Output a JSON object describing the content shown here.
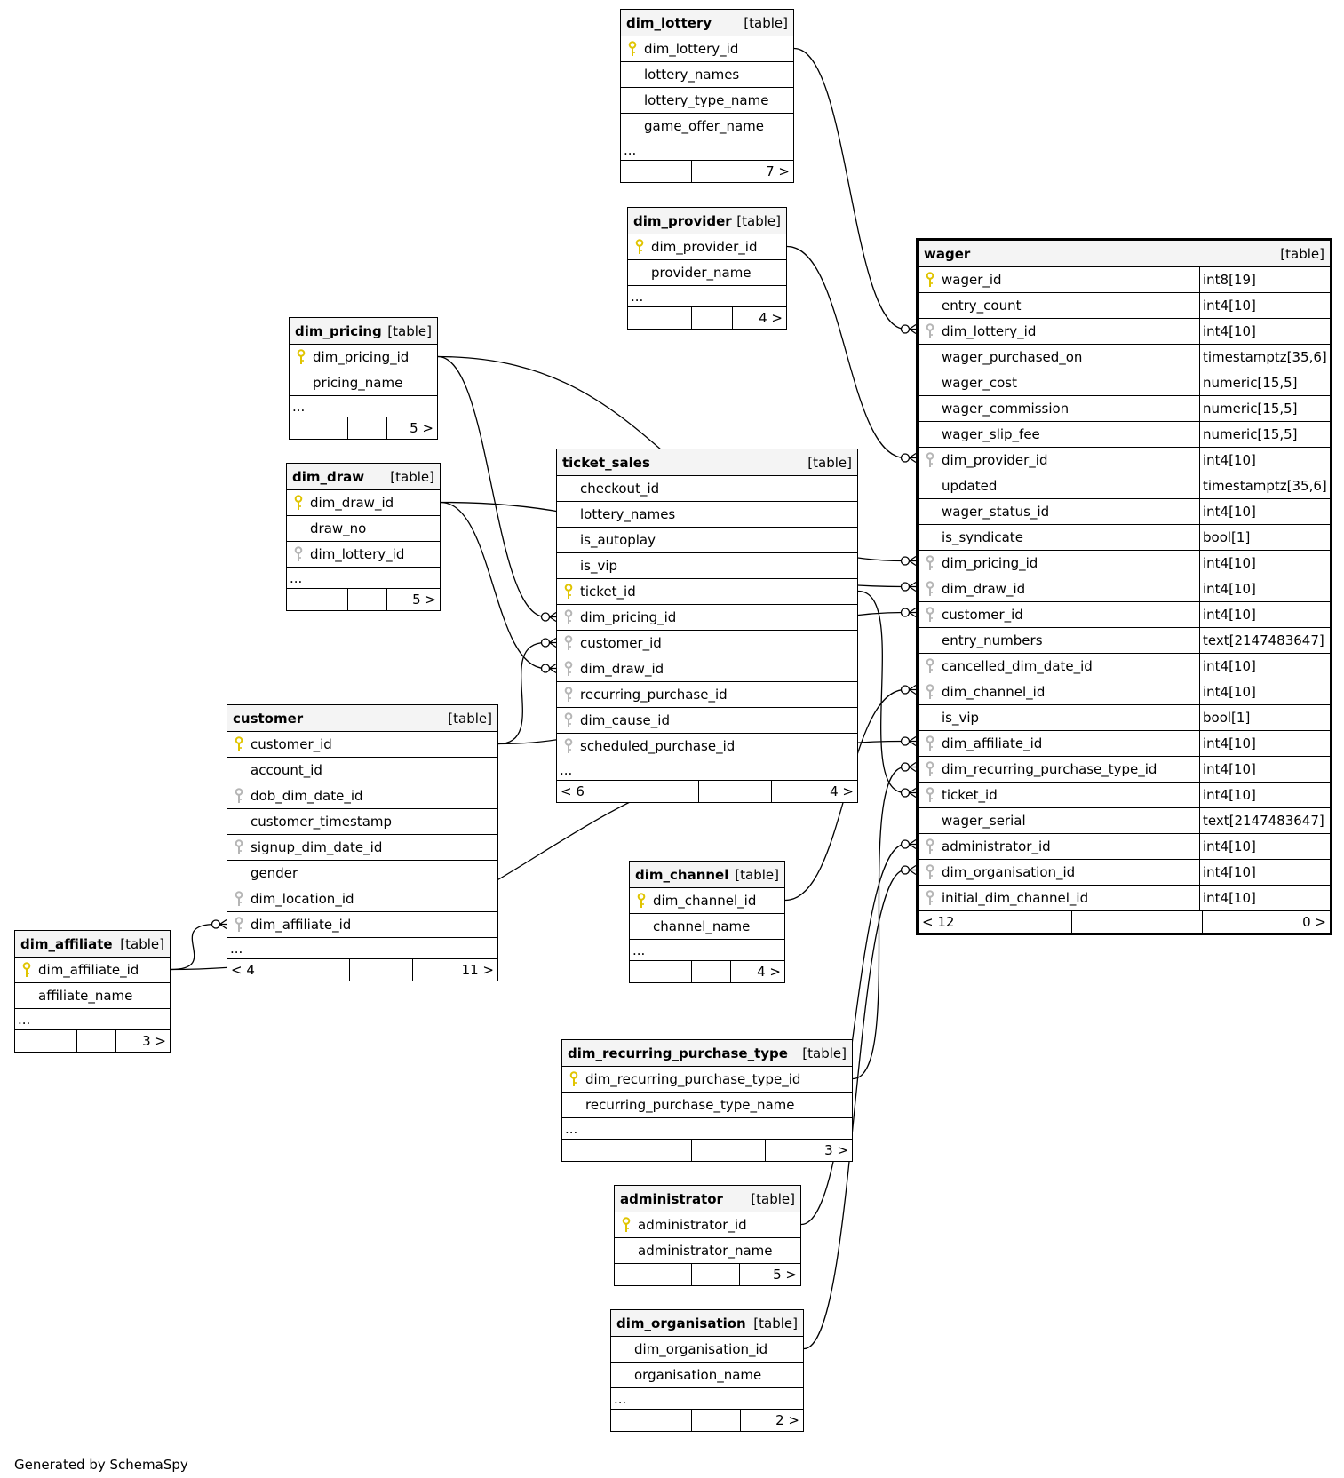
{
  "table_tag": "[table]",
  "credit": "Generated by SchemaSpy",
  "tables": {
    "dim_lottery": {
      "name": "dim_lottery",
      "footer": [
        "",
        "",
        "7 >"
      ],
      "columns": [
        {
          "name": "dim_lottery_id",
          "key": "pk"
        },
        {
          "name": "lottery_names",
          "key": ""
        },
        {
          "name": "lottery_type_name",
          "key": ""
        },
        {
          "name": "game_offer_name",
          "key": ""
        }
      ]
    },
    "dim_provider": {
      "name": "dim_provider",
      "footer": [
        "",
        "",
        "4 >"
      ],
      "columns": [
        {
          "name": "dim_provider_id",
          "key": "pk"
        },
        {
          "name": "provider_name",
          "key": ""
        }
      ]
    },
    "dim_pricing": {
      "name": "dim_pricing",
      "footer": [
        "",
        "",
        "5 >"
      ],
      "columns": [
        {
          "name": "dim_pricing_id",
          "key": "pk"
        },
        {
          "name": "pricing_name",
          "key": ""
        }
      ]
    },
    "dim_draw": {
      "name": "dim_draw",
      "footer": [
        "",
        "",
        "5 >"
      ],
      "columns": [
        {
          "name": "dim_draw_id",
          "key": "pk"
        },
        {
          "name": "draw_no",
          "key": ""
        },
        {
          "name": "dim_lottery_id",
          "key": "fk"
        }
      ]
    },
    "ticket_sales": {
      "name": "ticket_sales",
      "footer": [
        "< 6",
        "",
        "4 >"
      ],
      "columns": [
        {
          "name": "checkout_id",
          "key": ""
        },
        {
          "name": "lottery_names",
          "key": ""
        },
        {
          "name": "is_autoplay",
          "key": ""
        },
        {
          "name": "is_vip",
          "key": ""
        },
        {
          "name": "ticket_id",
          "key": "pk"
        },
        {
          "name": "dim_pricing_id",
          "key": "fk"
        },
        {
          "name": "customer_id",
          "key": "fk"
        },
        {
          "name": "dim_draw_id",
          "key": "fk"
        },
        {
          "name": "recurring_purchase_id",
          "key": "fk"
        },
        {
          "name": "dim_cause_id",
          "key": "fk"
        },
        {
          "name": "scheduled_purchase_id",
          "key": "fk"
        }
      ]
    },
    "customer": {
      "name": "customer",
      "footer": [
        "< 4",
        "",
        "11 >"
      ],
      "columns": [
        {
          "name": "customer_id",
          "key": "pk"
        },
        {
          "name": "account_id",
          "key": ""
        },
        {
          "name": "dob_dim_date_id",
          "key": "fk"
        },
        {
          "name": "customer_timestamp",
          "key": ""
        },
        {
          "name": "signup_dim_date_id",
          "key": "fk"
        },
        {
          "name": "gender",
          "key": ""
        },
        {
          "name": "dim_location_id",
          "key": "fk"
        },
        {
          "name": "dim_affiliate_id",
          "key": "fk"
        }
      ]
    },
    "dim_affiliate": {
      "name": "dim_affiliate",
      "footer": [
        "",
        "",
        "3 >"
      ],
      "columns": [
        {
          "name": "dim_affiliate_id",
          "key": "pk"
        },
        {
          "name": "affiliate_name",
          "key": ""
        }
      ]
    },
    "dim_channel": {
      "name": "dim_channel",
      "footer": [
        "",
        "",
        "4 >"
      ],
      "columns": [
        {
          "name": "dim_channel_id",
          "key": "pk"
        },
        {
          "name": "channel_name",
          "key": ""
        }
      ]
    },
    "dim_recurring_purchase_type": {
      "name": "dim_recurring_purchase_type",
      "footer": [
        "",
        "",
        "3 >"
      ],
      "columns": [
        {
          "name": "dim_recurring_purchase_type_id",
          "key": "pk"
        },
        {
          "name": "recurring_purchase_type_name",
          "key": ""
        }
      ]
    },
    "administrator": {
      "name": "administrator",
      "footer": [
        "",
        "",
        "5 >"
      ],
      "columns": [
        {
          "name": "administrator_id",
          "key": "pk"
        },
        {
          "name": "administrator_name",
          "key": ""
        }
      ]
    },
    "dim_organisation": {
      "name": "dim_organisation",
      "footer": [
        "",
        "",
        "2 >"
      ],
      "columns": [
        {
          "name": "dim_organisation_id",
          "key": ""
        },
        {
          "name": "organisation_name",
          "key": ""
        }
      ]
    },
    "wager": {
      "name": "wager",
      "footer": [
        "< 12",
        "",
        "0 >"
      ],
      "columns": [
        {
          "name": "wager_id",
          "key": "pk",
          "type": "int8[19]"
        },
        {
          "name": "entry_count",
          "key": "",
          "type": "int4[10]"
        },
        {
          "name": "dim_lottery_id",
          "key": "fk",
          "type": "int4[10]"
        },
        {
          "name": "wager_purchased_on",
          "key": "",
          "type": "timestamptz[35,6]"
        },
        {
          "name": "wager_cost",
          "key": "",
          "type": "numeric[15,5]"
        },
        {
          "name": "wager_commission",
          "key": "",
          "type": "numeric[15,5]"
        },
        {
          "name": "wager_slip_fee",
          "key": "",
          "type": "numeric[15,5]"
        },
        {
          "name": "dim_provider_id",
          "key": "fk",
          "type": "int4[10]"
        },
        {
          "name": "updated",
          "key": "",
          "type": "timestamptz[35,6]"
        },
        {
          "name": "wager_status_id",
          "key": "",
          "type": "int4[10]"
        },
        {
          "name": "is_syndicate",
          "key": "",
          "type": "bool[1]"
        },
        {
          "name": "dim_pricing_id",
          "key": "fk",
          "type": "int4[10]"
        },
        {
          "name": "dim_draw_id",
          "key": "fk",
          "type": "int4[10]"
        },
        {
          "name": "customer_id",
          "key": "fk",
          "type": "int4[10]"
        },
        {
          "name": "entry_numbers",
          "key": "",
          "type": "text[2147483647]"
        },
        {
          "name": "cancelled_dim_date_id",
          "key": "fk",
          "type": "int4[10]"
        },
        {
          "name": "dim_channel_id",
          "key": "fk",
          "type": "int4[10]"
        },
        {
          "name": "is_vip",
          "key": "",
          "type": "bool[1]"
        },
        {
          "name": "dim_affiliate_id",
          "key": "fk",
          "type": "int4[10]"
        },
        {
          "name": "dim_recurring_purchase_type_id",
          "key": "fk",
          "type": "int4[10]"
        },
        {
          "name": "ticket_id",
          "key": "fk",
          "type": "int4[10]"
        },
        {
          "name": "wager_serial",
          "key": "",
          "type": "text[2147483647]"
        },
        {
          "name": "administrator_id",
          "key": "fk",
          "type": "int4[10]"
        },
        {
          "name": "dim_organisation_id",
          "key": "fk",
          "type": "int4[10]"
        },
        {
          "name": "initial_dim_channel_id",
          "key": "fk",
          "type": "int4[10]"
        }
      ]
    }
  },
  "relationships": [
    {
      "from": "dim_lottery.dim_lottery_id",
      "to": "wager.dim_lottery_id"
    },
    {
      "from": "dim_provider.dim_provider_id",
      "to": "wager.dim_provider_id"
    },
    {
      "from": "dim_pricing.dim_pricing_id",
      "to": "wager.dim_pricing_id"
    },
    {
      "from": "dim_pricing.dim_pricing_id",
      "to": "ticket_sales.dim_pricing_id"
    },
    {
      "from": "dim_draw.dim_draw_id",
      "to": "wager.dim_draw_id"
    },
    {
      "from": "dim_draw.dim_draw_id",
      "to": "ticket_sales.dim_draw_id"
    },
    {
      "from": "customer.customer_id",
      "to": "ticket_sales.customer_id"
    },
    {
      "from": "customer.customer_id",
      "to": "wager.customer_id"
    },
    {
      "from": "dim_affiliate.dim_affiliate_id",
      "to": "customer.dim_affiliate_id"
    },
    {
      "from": "dim_affiliate.dim_affiliate_id",
      "to": "wager.dim_affiliate_id"
    },
    {
      "from": "ticket_sales.ticket_id",
      "to": "wager.ticket_id"
    },
    {
      "from": "dim_channel.dim_channel_id",
      "to": "wager.dim_channel_id"
    },
    {
      "from": "dim_recurring_purchase_type.dim_recurring_purchase_type_id",
      "to": "wager.dim_recurring_purchase_type_id"
    },
    {
      "from": "administrator.administrator_id",
      "to": "wager.administrator_id"
    },
    {
      "from": "dim_organisation.dim_organisation_id",
      "to": "wager.dim_organisation_id"
    }
  ]
}
